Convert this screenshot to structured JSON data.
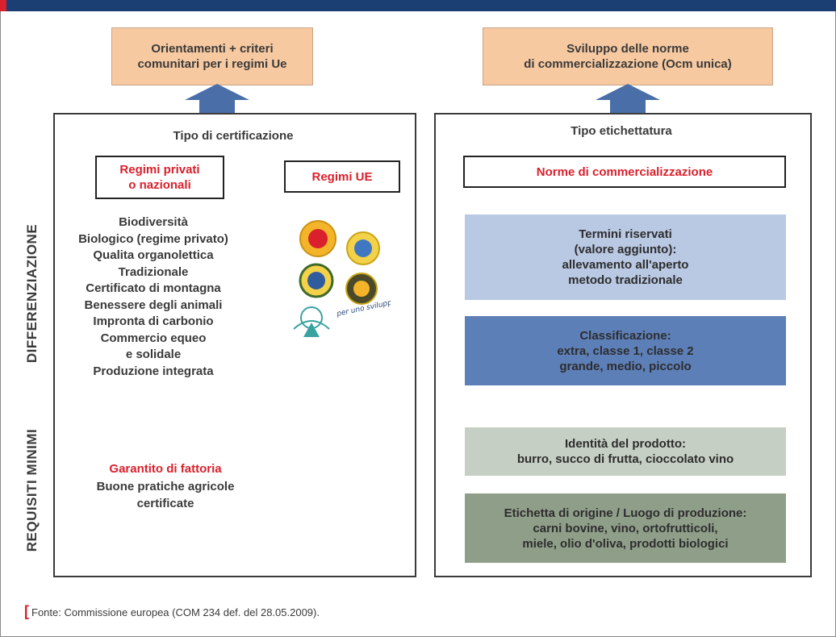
{
  "left_top": {
    "text": "Orientamenti + criteri\ncomunitari per i regimi Ue"
  },
  "right_top": {
    "text": "Sviluppo delle norme\ndi commercializzazione (Ocm unica)"
  },
  "vertical_labels": {
    "upper": "DIFFERENZIAZIONE",
    "lower": "REQUISITI MINIMI"
  },
  "left_panel": {
    "title": "Tipo di certificazione",
    "box_private": "Regimi privati\no nazionali",
    "box_ue": "Regimi UE",
    "items": [
      "Biodiversità",
      "Biologico (regime privato)",
      "Qualita organolettica",
      "Tradizionale",
      "Certificato di montagna",
      "Benessere degli animali",
      "Impronta di carbonio",
      "Commercio equeo",
      "e solidale",
      "Produzione integrata"
    ],
    "min_red": "Garantito di fattoria",
    "min_lines": [
      "Buone pratiche agricole",
      "certificate"
    ],
    "logo_text": "per uno sviluppo verde?"
  },
  "right_panel": {
    "title": "Tipo etichettatura",
    "box_norme": "Norme di commercializzazione",
    "stripes": [
      {
        "text": "Termini riservati\n(valore aggiunto):\nallevamento all'aperto\nmetodo tradizionale",
        "color": "#b9c8e3"
      },
      {
        "text": "Classificazione:\nextra, classe 1, classe 2\ngrande, medio, piccolo",
        "color": "#5d7fb8"
      },
      {
        "text": "Identità del prodotto:\nburro, succo di frutta, cioccolato vino",
        "color": "#c6cfc3"
      },
      {
        "text": "Etichetta di origine / Luogo di produzione:\ncarni bovine, vino, ortofrutticoli,\nmiele, olio d'oliva, prodotti biologici",
        "color": "#8f9e89"
      }
    ]
  },
  "source": "Fonte: Commissione europea (COM 234 def. del 28.05.2009).",
  "colors": {
    "header_bar": "#1b3f73",
    "accent_red": "#d9202c",
    "peach": "#f7c9a1",
    "arrow_blue": "#4a6fa8"
  }
}
